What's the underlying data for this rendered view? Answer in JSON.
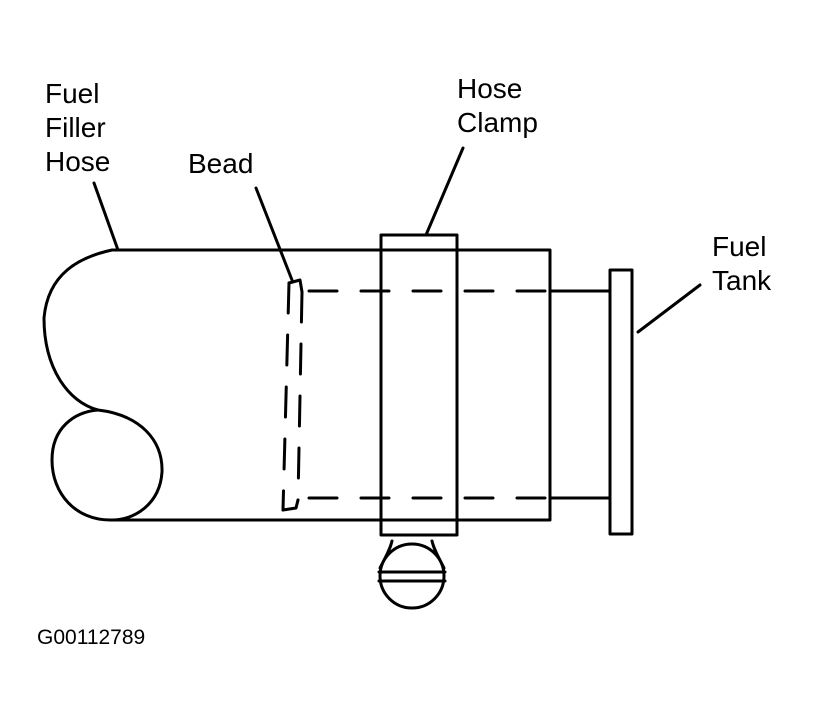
{
  "labels": {
    "fuel_filler_hose": [
      "Fuel",
      "Filler",
      "Hose"
    ],
    "bead": "Bead",
    "hose_clamp": [
      "Hose",
      "Clamp"
    ],
    "fuel_tank": [
      "Fuel",
      "Tank"
    ]
  },
  "figure_id": "G00112789",
  "colors": {
    "line": "#000000",
    "background": "#ffffff"
  }
}
